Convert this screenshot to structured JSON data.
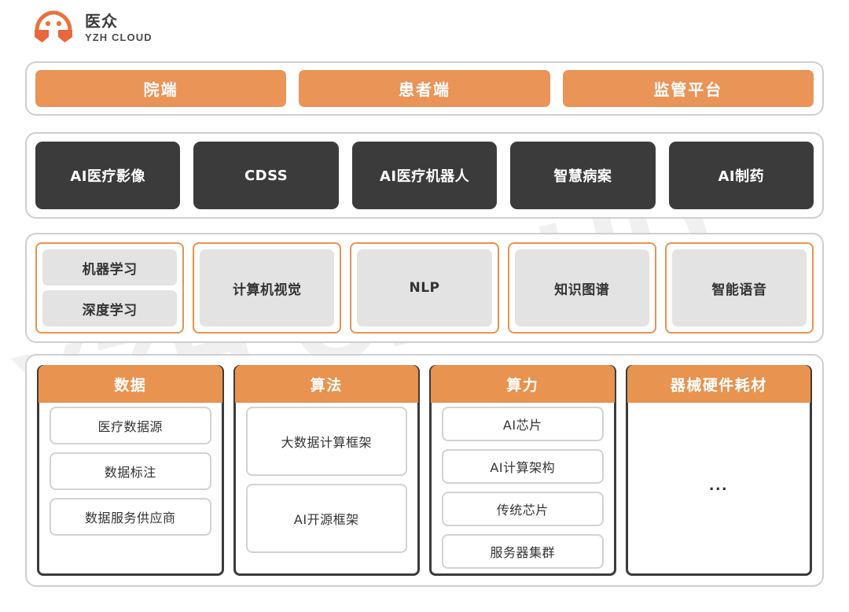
{
  "brand": {
    "logo_icon": "yzh-cloud-logo-mark",
    "name_cn": "医众",
    "name_en": "YZH CLOUD",
    "watermark": "YZH CLOUD",
    "accent_orange": "#e8934f",
    "pill_orange": "#ea9458",
    "dark": "#3b3b3b",
    "chip_gray": "#e3e3e3",
    "shell_border": "#cfcfcf"
  },
  "channels": {
    "items": [
      {
        "label": "院端"
      },
      {
        "label": "患者端"
      },
      {
        "label": "监管平台"
      }
    ]
  },
  "applications": {
    "items": [
      {
        "label": "AI医疗影像"
      },
      {
        "label": "CDSS"
      },
      {
        "label": "AI医疗机器人"
      },
      {
        "label": "智慧病案"
      },
      {
        "label": "AI制药"
      }
    ]
  },
  "technologies": {
    "groups": [
      {
        "chips": [
          "机器学习",
          "深度学习"
        ]
      },
      {
        "chips": [
          "计算机视觉"
        ]
      },
      {
        "chips": [
          "NLP"
        ]
      },
      {
        "chips": [
          "知识图谱"
        ]
      },
      {
        "chips": [
          "智能语音"
        ]
      }
    ]
  },
  "foundation": {
    "columns": [
      {
        "title": "数据",
        "items": [
          "医疗数据源",
          "数据标注",
          "数据服务供应商"
        ],
        "placeholder": ""
      },
      {
        "title": "算法",
        "items": [
          "大数据计算框架",
          "AI开源框架"
        ],
        "placeholder": ""
      },
      {
        "title": "算力",
        "items": [
          "AI芯片",
          "AI计算架构",
          "传统芯片",
          "服务器集群"
        ],
        "placeholder": ""
      },
      {
        "title": "器械硬件耗材",
        "items": [],
        "placeholder": "..."
      }
    ]
  }
}
